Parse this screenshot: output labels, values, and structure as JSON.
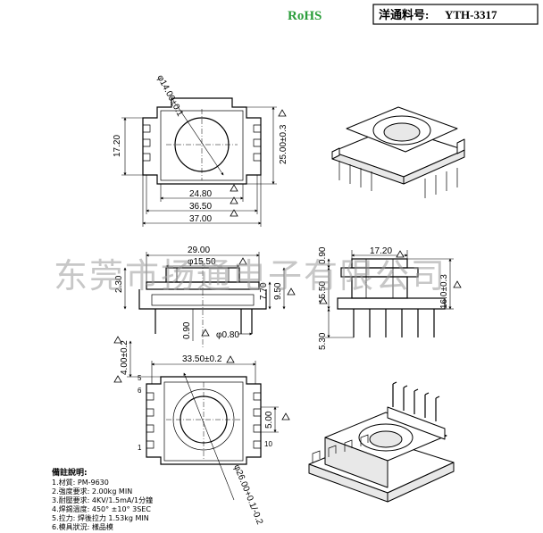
{
  "header": {
    "rohs": "RoHS",
    "part_label": "洋通料号:",
    "part_number": "YTH-3317"
  },
  "watermark": "东莞市扬通电子有限公司",
  "dimensions": {
    "top_dia": "φ14.00±0.1",
    "top_h_left": "17.20",
    "top_h_right": "25.00±0.3",
    "top_w1": "24.80",
    "top_w2": "36.50",
    "top_w3": "37.00",
    "side_w1": "29.00",
    "side_dia": "φ15.50",
    "side_h1": "2.30",
    "side_h2": "7.70",
    "side_h3": "9.50",
    "side_pin_gap": "0.90",
    "side_pin_dia": "φ0.80",
    "end_top": "17.20",
    "end_h1": "0.90",
    "end_h2": "15.50",
    "end_h3": "16.0±0.3",
    "end_pin": "5.30",
    "bot_w": "33.50±0.2",
    "bot_h1": "4.00±0.2",
    "bot_h2": "5.00",
    "bot_dia": "φ26.00+0.1/-0.2",
    "pin_5": "5",
    "pin_6": "6",
    "pin_1": "1",
    "pin_10": "10"
  },
  "notes": {
    "title": "備註說明:",
    "items": [
      "1.材質: PM-9630",
      "2.強度要求: 2.00kg MIN",
      "3.耐壓要求: 4KV/1.5mA/1分鐘",
      "4.焊錫溫度: 450° ±10° 3SEC",
      "5.拉力: 焊後拉力 1.53kg MIN",
      "6.模具狀況: 樣品模"
    ]
  }
}
